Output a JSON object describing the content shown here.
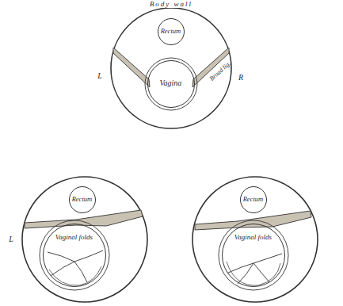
{
  "diagram": {
    "nodes": [
      {
        "text": [
          "Rectum"
        ]
      },
      {
        "text": [
          "Vagina"
        ]
      },
      {
        "text": [
          "Rectum"
        ]
      },
      {
        "text": [
          "Vaginal folds"
        ]
      },
      {
        "text": [
          "Rectum"
        ]
      },
      {
        "text": [
          "Vaginal folds"
        ]
      }
    ],
    "labels": [
      "Body wall",
      "Broad lig.",
      "L",
      "R",
      "L"
    ]
  }
}
